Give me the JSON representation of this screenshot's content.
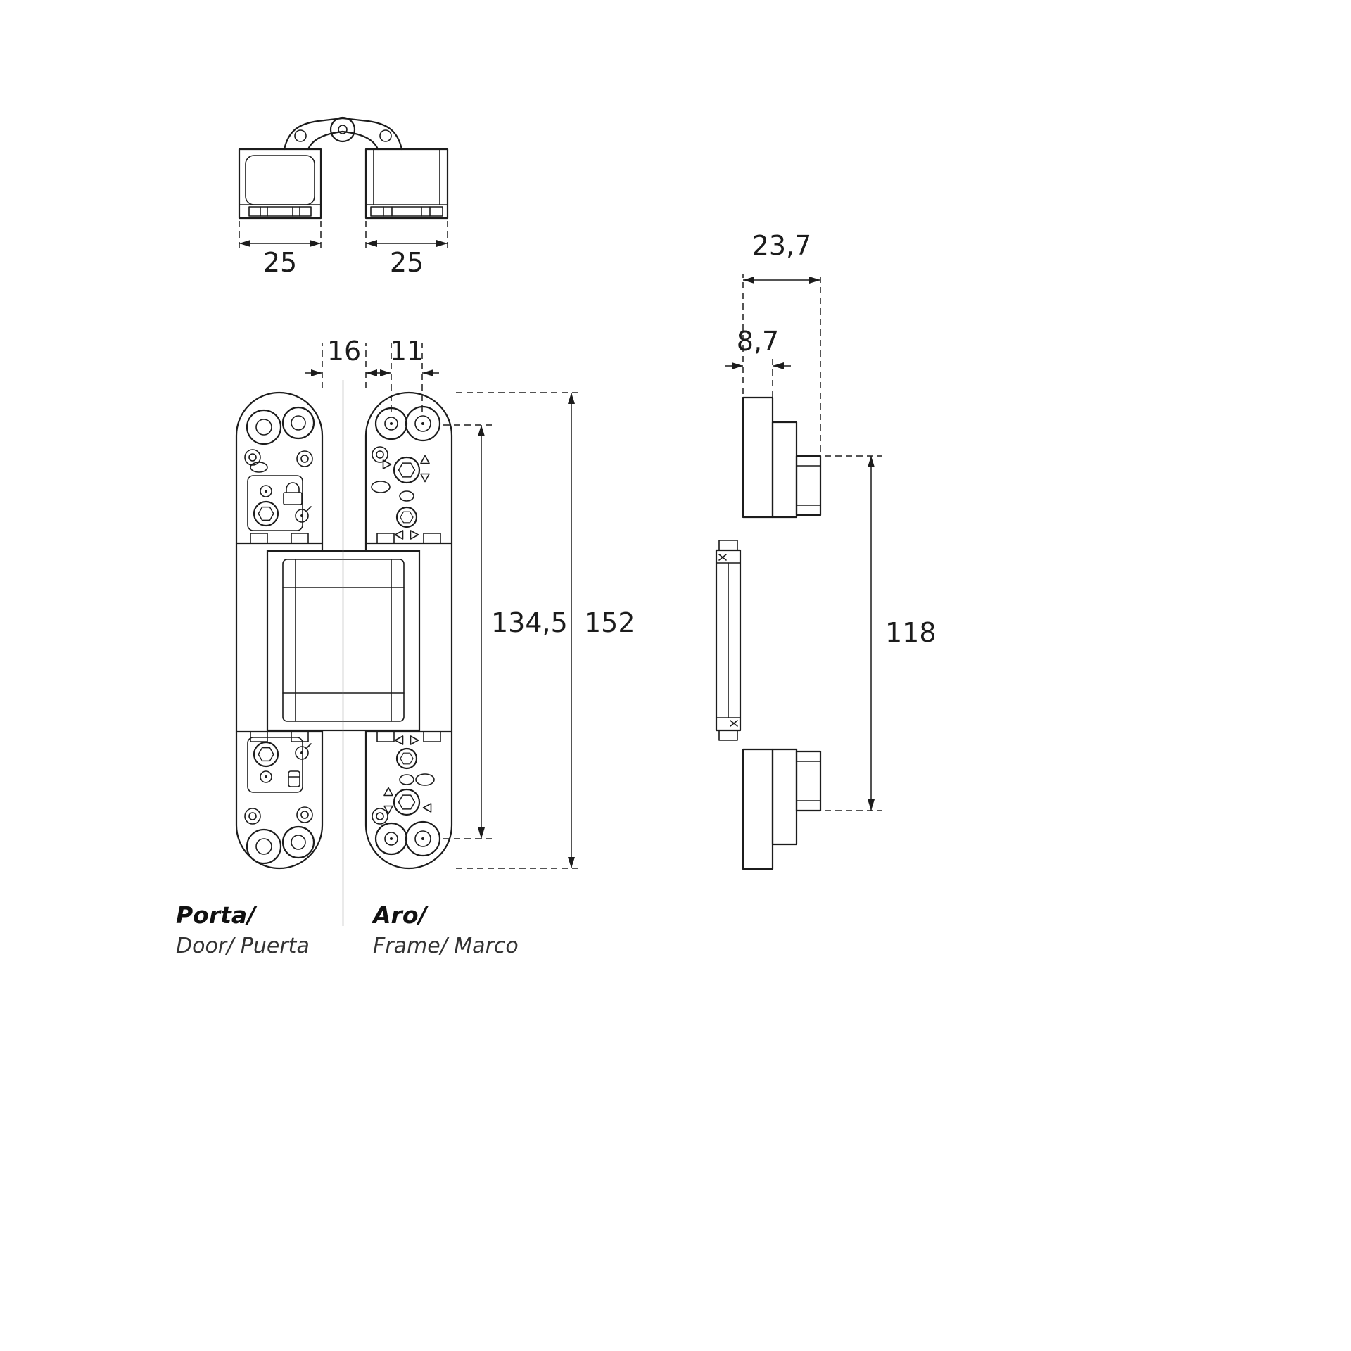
{
  "colors": {
    "line": "#1c1c1c",
    "centerline": "#777777",
    "background": "#ffffff"
  },
  "dimensions": {
    "top_view": {
      "door_block_width": "25",
      "frame_block_width": "25"
    },
    "front_view": {
      "center_gap": "16",
      "frame_inset": "11",
      "screw_spacing": "134,5",
      "overall_height": "152"
    },
    "side_view": {
      "overall_depth": "23,7",
      "leaf_thickness": "8,7",
      "body_height": "118"
    }
  },
  "labels": {
    "door_primary": "Porta/",
    "door_secondary": "Door/ Puerta",
    "frame_primary": "Aro/",
    "frame_secondary": "Frame/ Marco"
  },
  "icons": {
    "hex_socket": "hex-socket-bolt-icon",
    "lock": "lock-icon",
    "adjustment": "adjustment-dial-icon",
    "direction_arrows": "direction-arrow-icon"
  }
}
